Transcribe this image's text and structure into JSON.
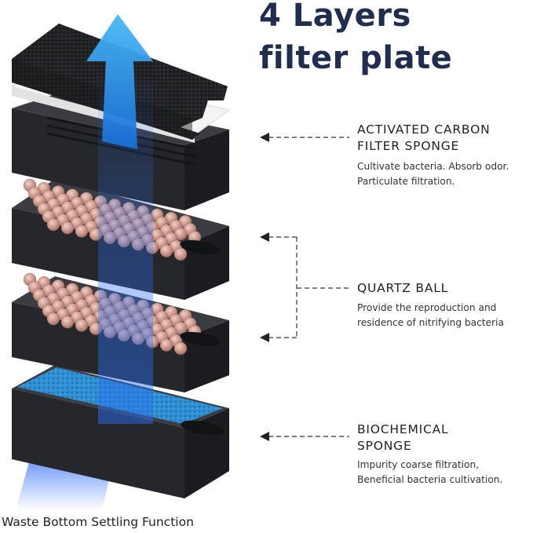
{
  "headline": {
    "line1": "4 Layers",
    "line2": "filter plate"
  },
  "layers": [
    {
      "name_line1": "ACTIVATED CARBON",
      "name_line2": "FILTER SPONGE",
      "desc_line1": "Cultivate bacteria. Absorb odor.",
      "desc_line2": "Particulate filtration."
    },
    {
      "name_line1": "QUARTZ BALL",
      "desc_line1": "Provide the reproduction and",
      "desc_line2": "residence of nitrifying bacteria"
    },
    {
      "name_line1": "BIOCHEMICAL",
      "name_line2": "SPONGE",
      "desc_line1": "Impurity coarse filtration,",
      "desc_line2": "Beneficial bacteria cultivation."
    }
  ],
  "caption": "Waste Bottom Settling Function",
  "colors": {
    "title": "#1f2d4f",
    "tray": "#2a2c30",
    "sponge_blue": "#2f8fd0",
    "ball": "#c99387",
    "arrow": "#3aa0e8",
    "carbon": "#1e1f21"
  },
  "icons": [
    "flow-arrow-icon",
    "pointer-arrow-icon"
  ]
}
